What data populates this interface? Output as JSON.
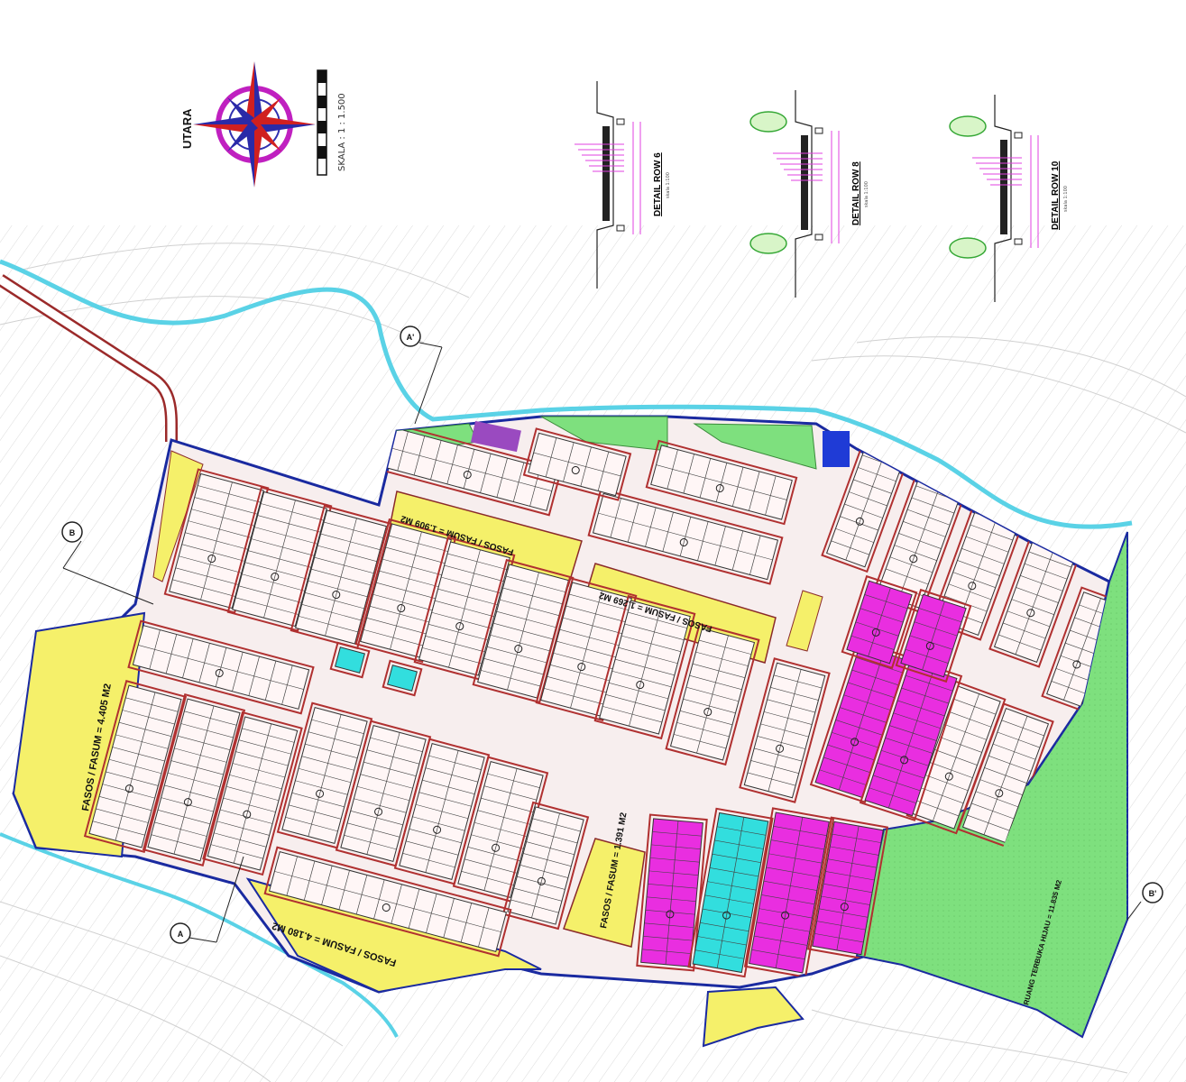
{
  "north_label": "UTARA",
  "scale_label": "SKALA : 1 : 1.500",
  "details": [
    {
      "title": "DETAIL ROW 6",
      "scale": "skala 1:100"
    },
    {
      "title": "DETAIL ROW 8",
      "scale": "skala 1:100"
    },
    {
      "title": "DETAIL ROW 10",
      "scale": "skala 1:100"
    }
  ],
  "section_markers": {
    "a_top": "A'",
    "a_bottom": "A",
    "b_left": "B",
    "b_right": "B'"
  },
  "zones": {
    "fasos_left": "FASOS / FASUM = 4.405 M2",
    "fasos_top1": "FASOS / FASUM = 1.909 M2",
    "fasos_top2": "FASOS / FASUM = 1.269 M2",
    "fasos_bottom": "FASOS / FASUM = 4.180 M2",
    "fasos_center": "FASOS / FASUM = 1.391 M2",
    "rth": "RUANG TERBUKA HIJAU = 11.835 M2"
  },
  "colors": {
    "fasos": "#f5f06a",
    "rth": "#7ee07e",
    "plot": "#fff6f6",
    "road": "#b03030",
    "magenta": "#e92ee0",
    "cyan": "#32dede",
    "purple": "#9a4ac0",
    "river": "#5ad2e6",
    "boundary": "#1a2aa0",
    "blue_block": "#1f3bd6"
  },
  "icons": [
    "compass-rose-icon",
    "scale-bar-icon",
    "tree-icon",
    "section-marker-icon"
  ]
}
